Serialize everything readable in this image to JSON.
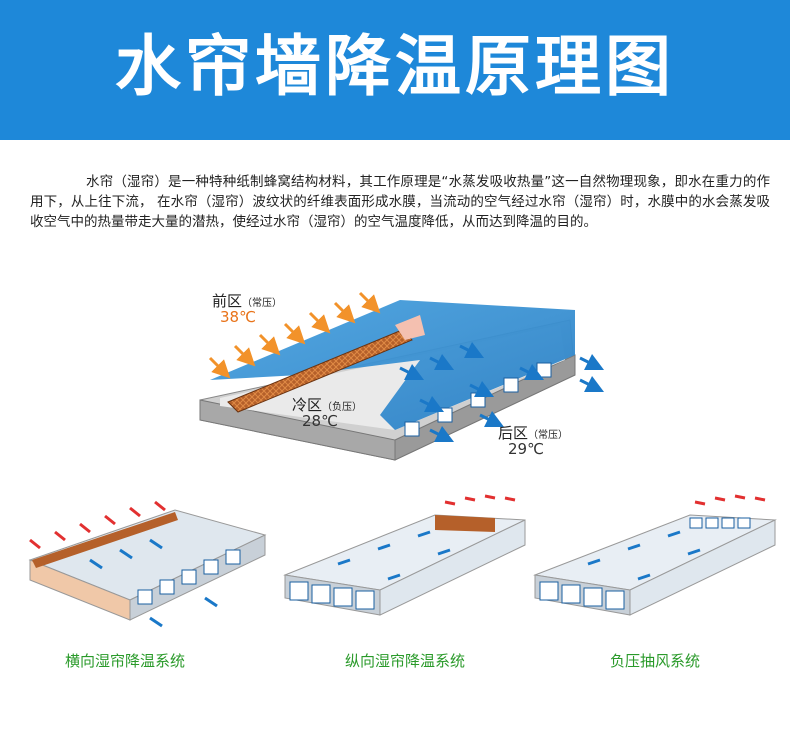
{
  "header": {
    "title": "水帘墙降温原理图",
    "background_color": "#1e88d9"
  },
  "description": "水帘（湿帘）是一种特种纸制蜂窝结构材料，其工作原理是“水蒸发吸收热量”这一自然物理现象，即水在重力的作用下，从上往下流， 在水帘（湿帘）波纹状的纤维表面形成水膜，当流动的空气经过水帘（湿帘）时，水膜中的水会蒸发吸收空气中的热量带走大量的潜热，使经过水帘（湿帘）的空气温度降低，从而达到降温的目的。",
  "main_diagram": {
    "front_zone": {
      "label": "前区",
      "note": "（常压）",
      "temp": "38℃"
    },
    "cold_zone": {
      "label": "冷区",
      "note": "（负压）",
      "temp": "28℃"
    },
    "rear_zone": {
      "label": "后区",
      "note": "（常压）",
      "temp": "29℃"
    }
  },
  "systems": [
    {
      "caption": "横向湿帘降温系统"
    },
    {
      "caption": "纵向湿帘降温系统"
    },
    {
      "caption": "负压抽风系统"
    }
  ],
  "colors": {
    "hot_arrow": "#f2922a",
    "cool_arrow": "#1a78c8",
    "pad": "#b5602a",
    "caption": "#2a9a2a",
    "hot_temp": "#e8731a"
  }
}
